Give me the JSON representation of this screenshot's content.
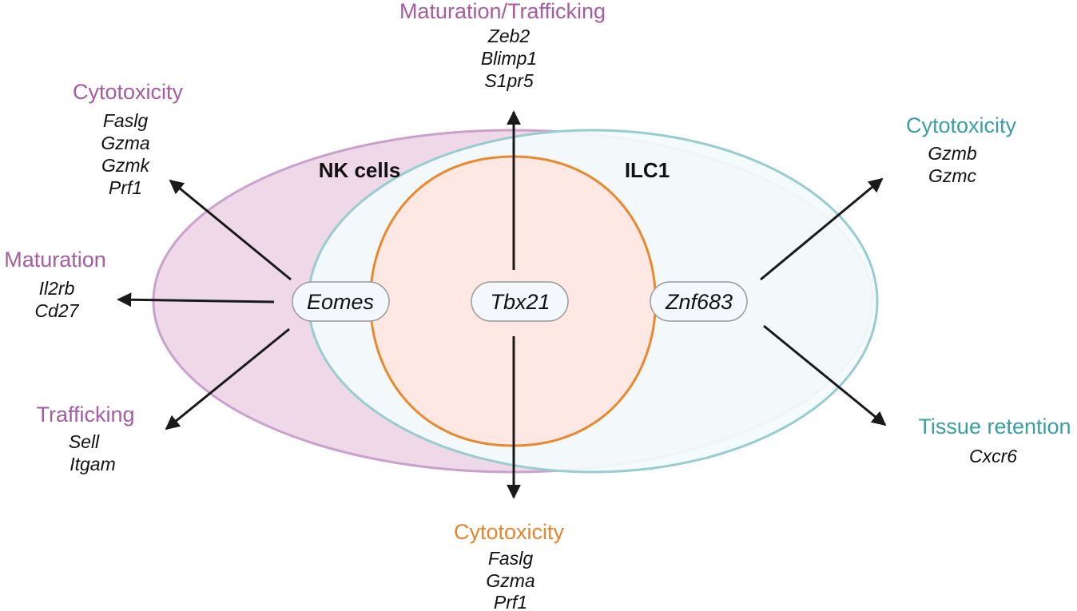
{
  "colors": {
    "nk_fill": "#efd9e8",
    "nk_stroke": "#c9a1cc",
    "ilc_fill": "#f3fbfb",
    "ilc_stroke": "#98ccd0",
    "overlap_fill": "#fde8e4",
    "overlap_stroke": "#e9892e",
    "nk_text": "#a55ca1",
    "ilc_text": "#3a9fa5",
    "shared_text": "#e8842a",
    "arrow": "#1a1a1a",
    "pill_fill": "#f4f7fb",
    "pill_stroke": "#9a9a9a"
  },
  "cells": {
    "nk": "NK cells",
    "ilc1": "ILC1"
  },
  "factors": {
    "eomes": "Eomes",
    "tbx21": "Tbx21",
    "znf683": "Znf683"
  },
  "groups": {
    "top": {
      "title": "Maturation/Trafficking",
      "genes": [
        "Zeb2",
        "Blimp1",
        "S1pr5"
      ]
    },
    "nk_cytotoxicity": {
      "title": "Cytotoxicity",
      "genes": [
        "Faslg",
        "Gzma",
        "Gzmk",
        "Prf1"
      ]
    },
    "nk_maturation": {
      "title": "Maturation",
      "genes": [
        "Il2rb",
        "Cd27"
      ]
    },
    "nk_trafficking": {
      "title": "Trafficking",
      "genes": [
        "Sell",
        "Itgam"
      ]
    },
    "ilc_cytotoxicity": {
      "title": "Cytotoxicity",
      "genes": [
        "Gzmb",
        "Gzmc"
      ]
    },
    "ilc_tissue": {
      "title": "Tissue retention",
      "genes": [
        "Cxcr6"
      ]
    },
    "bottom": {
      "title": "Cytotoxicity",
      "genes": [
        "Faslg",
        "Gzma",
        "Prf1"
      ]
    }
  }
}
